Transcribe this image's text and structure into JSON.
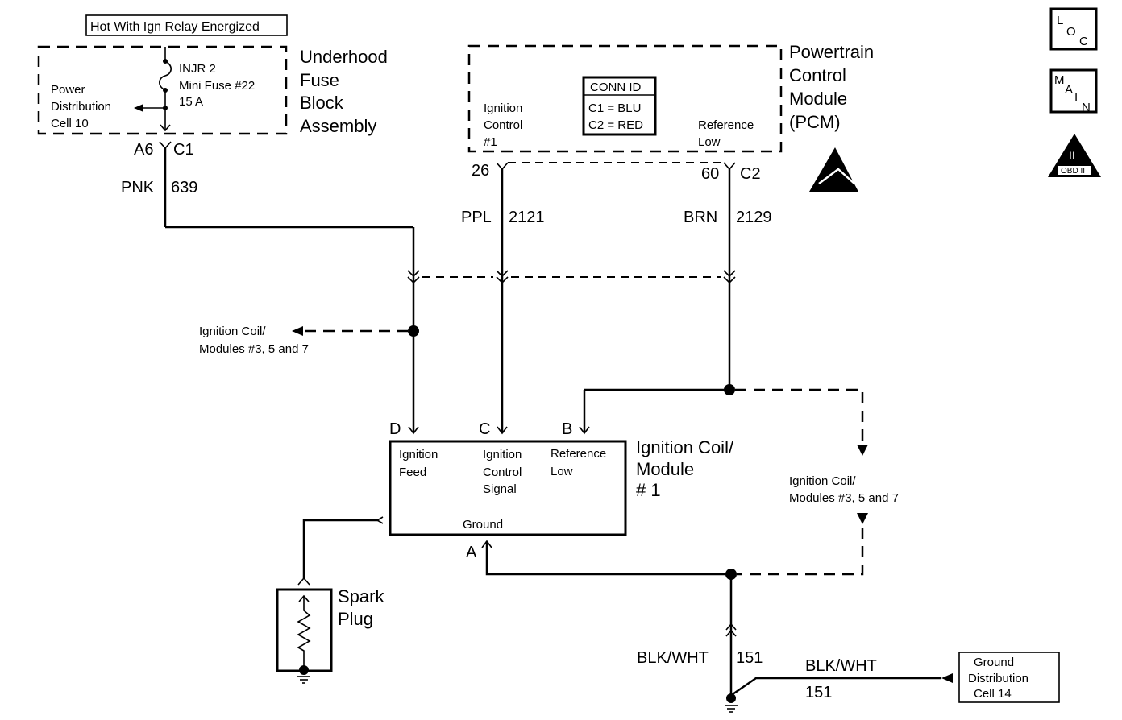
{
  "header_note": "Hot With Ign Relay Energized",
  "fuse_block": {
    "title": [
      "Underhood",
      "Fuse",
      "Block",
      "Assembly"
    ],
    "fuse_lines": [
      "INJR 2",
      "Mini Fuse #22",
      "15 A"
    ],
    "power_dist": [
      "Power",
      "Distribution",
      "Cell 10"
    ],
    "connector": {
      "pin": "A6",
      "conn": "C1"
    }
  },
  "pcm": {
    "title": [
      "Powertrain",
      "Control",
      "Module",
      "(PCM)"
    ],
    "left_label": [
      "Ignition",
      "Control",
      "#1"
    ],
    "right_label": [
      "Reference",
      "Low"
    ],
    "conn_id": {
      "title": "CONN ID",
      "rows": [
        "C1 = BLU",
        "C2 = RED"
      ]
    },
    "pin_left": "26",
    "pin_right": "60",
    "conn_right": "C2"
  },
  "wires": {
    "pnk": {
      "color": "PNK",
      "circuit": "639"
    },
    "ppl": {
      "color": "PPL",
      "circuit": "2121"
    },
    "brn": {
      "color": "BRN",
      "circuit": "2129"
    },
    "gnd_vertical": {
      "color": "BLK/WHT",
      "circuit": "151"
    },
    "gnd_horizontal": {
      "color": "BLK/WHT",
      "circuit": "151"
    }
  },
  "branch_left": [
    "Ignition Coil/",
    "Modules #3, 5 and 7"
  ],
  "branch_right": [
    "Ignition Coil/",
    "Modules #3, 5 and 7"
  ],
  "coil_module": {
    "title": [
      "Ignition Coil/",
      "Module",
      "# 1"
    ],
    "pins": {
      "D": "D",
      "C": "C",
      "B": "B",
      "A": "A"
    },
    "pin_labels": {
      "feed": [
        "Ignition",
        "Feed"
      ],
      "control": [
        "Ignition",
        "Control",
        "Signal"
      ],
      "ref": [
        "Reference",
        "Low"
      ],
      "ground": "Ground"
    }
  },
  "spark_plug": [
    "Spark",
    "Plug"
  ],
  "ground_dist": [
    "Ground",
    "Distribution",
    "Cell 14"
  ],
  "side_icons": {
    "loc": [
      "L",
      "O",
      "C"
    ],
    "main": [
      "M",
      "A",
      "I",
      "N"
    ],
    "obd": {
      "roman": "II",
      "label": "OBD II"
    }
  }
}
